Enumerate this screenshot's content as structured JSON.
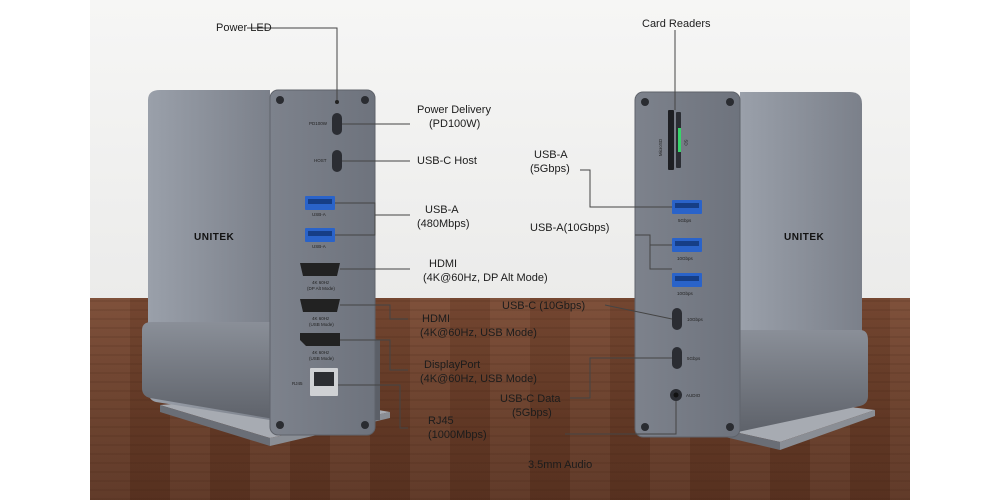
{
  "brand": "UNITEK",
  "left_labels": {
    "power_led": "Power LED",
    "power_delivery": [
      "Power Delivery",
      "(PD100W)"
    ],
    "usbc_host": "USB-C Host",
    "usba_480": [
      "USB-A",
      "(480Mbps)"
    ],
    "hdmi_dp": [
      "HDMI",
      "(4K@60Hz, DP Alt Mode)"
    ],
    "hdmi_usb": [
      "HDMI",
      "(4K@60Hz, USB Mode)"
    ],
    "displayport": [
      "DisplayPort",
      "(4K@60Hz, USB Mode)"
    ],
    "rj45": [
      "RJ45",
      "(1000Mbps)"
    ]
  },
  "right_labels": {
    "card_readers": "Card Readers",
    "usba_5g": [
      "USB-A",
      "(5Gbps)"
    ],
    "usba_10g": "USB-A(10Gbps)",
    "usbc_10g": "USB-C (10Gbps)",
    "usbc_data": [
      "USB-C Data",
      "(5Gbps)"
    ],
    "audio": "3.5mm Audio"
  },
  "port_text_left": {
    "pd": "PD100W",
    "host": "HOST",
    "usba1": "USB-A",
    "usba2": "USB-A",
    "hdmi1": "4K 60Hz",
    "hdmi1b": "(DP Alt Mode)",
    "hdmi2": "4K 60Hz",
    "hdmi2b": "(USB Mode)",
    "dp": "4K 60Hz",
    "dpb": "(USB Mode)",
    "rj45": "RJ45"
  },
  "port_text_right": {
    "sd": "SD",
    "micro": "MicroSD",
    "a5": "5Gbps",
    "a10a": "10Gbps",
    "a10b": "10Gbps",
    "c10": "10Gbps",
    "c5": "5Gbps",
    "audio": "AUDIO"
  },
  "colors": {
    "body": "#8b8f99",
    "face": "#777b86",
    "usb_blue": "#2a63c9",
    "led_green": "#38d46a",
    "wood": "#6b3f2a"
  }
}
